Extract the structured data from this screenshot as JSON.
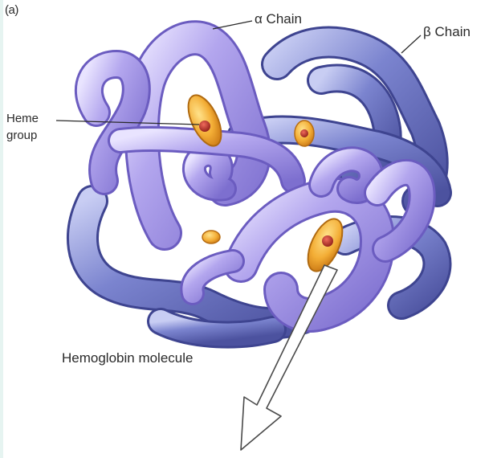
{
  "figure": {
    "panel_label": "(a)",
    "labels": {
      "alpha_chain": "α Chain",
      "beta_chain": "β Chain",
      "heme_group_line1": "Heme",
      "heme_group_line2": "group",
      "molecule": "Hemoglobin molecule"
    }
  },
  "colors": {
    "alpha_chain": "#a99be6",
    "beta_chain": "#6f78c4",
    "heme_disc": "#f0a12a",
    "heme_core": "#b8322a",
    "background": "#ffffff"
  }
}
